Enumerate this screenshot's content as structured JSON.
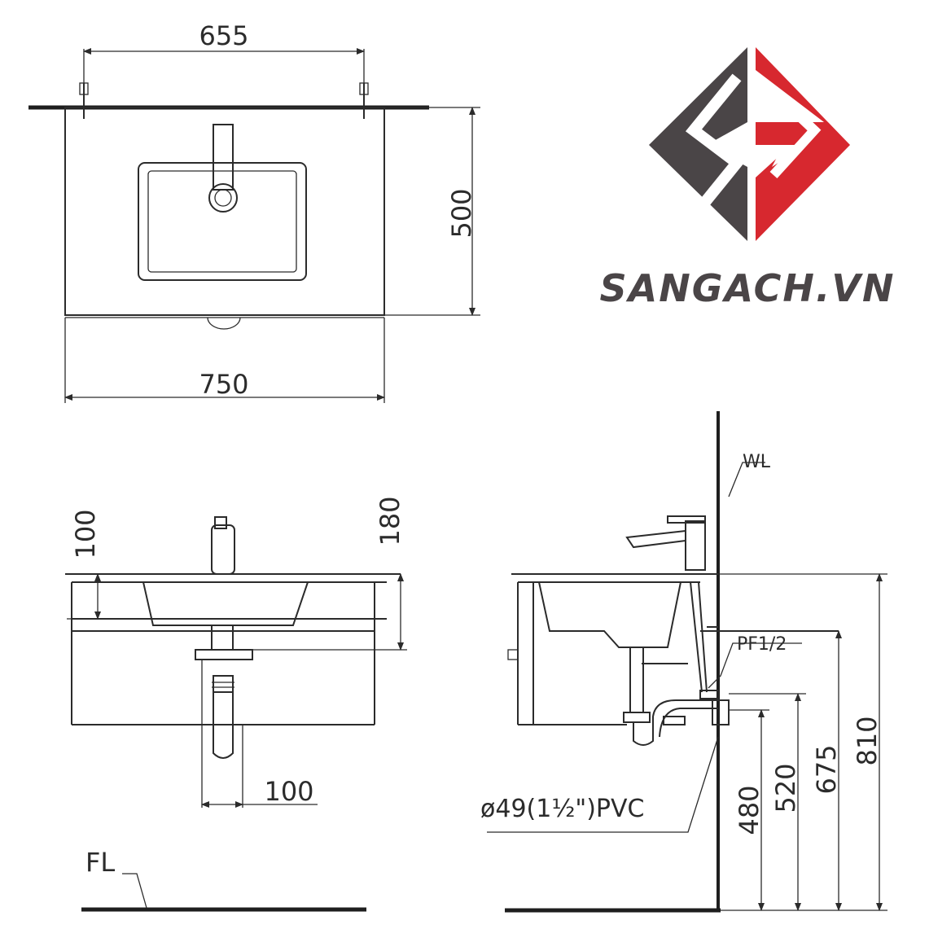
{
  "top_view": {
    "dim_width_inner": "655",
    "dim_depth": "500",
    "dim_width_total": "750"
  },
  "front_view": {
    "dim_basin_depth": "100",
    "dim_trap_height": "180",
    "dim_trap_offset": "100",
    "floor_label": "FL"
  },
  "side_view": {
    "wall_label": "WL",
    "supply_label": "PF1/2",
    "drain_label": "ø49(1½\")PVC",
    "dim_drain_height": "480",
    "dim_outlet_height": "520",
    "dim_supply_height": "675",
    "dim_rim_height": "810"
  },
  "logo": {
    "letters": "SG",
    "brand_text": "SANGACH.VN",
    "colors": {
      "dark": "#4a4547",
      "red": "#d7282f"
    }
  }
}
